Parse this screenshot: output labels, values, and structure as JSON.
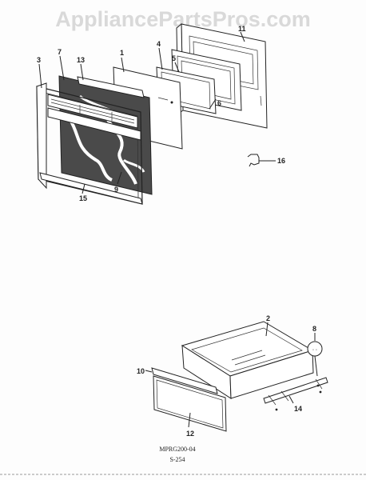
{
  "watermark": "AppliancePartsPros.com",
  "callouts": {
    "p1": "1",
    "p2": "2",
    "p3": "3",
    "p4": "4",
    "p5": "5",
    "p6": "6",
    "p7": "7",
    "p8": "8",
    "p9": "9",
    "p10": "10",
    "p11": "11",
    "p12": "12",
    "p13": "13",
    "p14": "14",
    "p15": "15",
    "p16": "16"
  },
  "footer": {
    "model_code": "MPRG200-04",
    "page_code": "S-254"
  }
}
